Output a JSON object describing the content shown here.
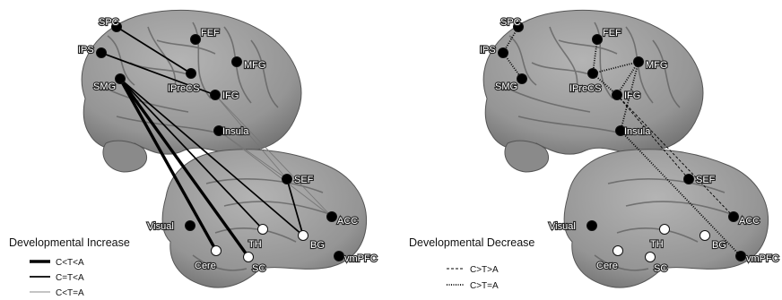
{
  "panels": [
    {
      "id": "increase",
      "title": "Developmental Increase",
      "legend": [
        {
          "label": "C<T<A",
          "style": "thick"
        },
        {
          "label": "C=T<A",
          "style": "medium"
        },
        {
          "label": "C<T=A",
          "style": "thin"
        }
      ],
      "nodes": [
        "SPC",
        "FEF",
        "IPS",
        "MFG",
        "SMG",
        "IPreCS",
        "IFG",
        "Insula",
        "SEF",
        "ACC",
        "Visual",
        "TH",
        "BG",
        "Cere",
        "SC",
        "vmPFC"
      ],
      "connections": [
        {
          "from": "SPC",
          "to": "IPreCS",
          "style": "medium"
        },
        {
          "from": "IPS",
          "to": "IFG",
          "style": "medium"
        },
        {
          "from": "SMG",
          "to": "Cere",
          "style": "thick"
        },
        {
          "from": "SMG",
          "to": "SC",
          "style": "thick"
        },
        {
          "from": "SMG",
          "to": "TH",
          "style": "medium"
        },
        {
          "from": "SMG",
          "to": "BG",
          "style": "medium"
        },
        {
          "from": "IFG",
          "to": "SEF",
          "style": "thin"
        },
        {
          "from": "IFG",
          "to": "ACC",
          "style": "thin"
        },
        {
          "from": "Insula",
          "to": "SEF",
          "style": "thin"
        },
        {
          "from": "Insula",
          "to": "ACC",
          "style": "thin"
        },
        {
          "from": "SEF",
          "to": "BG",
          "style": "medium"
        }
      ]
    },
    {
      "id": "decrease",
      "title": "Developmental Decrease",
      "legend": [
        {
          "label": "C>T>A",
          "style": "dashed"
        },
        {
          "label": "C>T=A",
          "style": "dotted"
        }
      ],
      "nodes": [
        "SPC",
        "FEF",
        "IPS",
        "MFG",
        "SMG",
        "IPreCS",
        "IFG",
        "Insula",
        "SEF",
        "ACC",
        "Visual",
        "TH",
        "BG",
        "Cere",
        "SC",
        "vmPFC"
      ],
      "connections": [
        {
          "from": "SPC",
          "to": "IPS",
          "style": "dotted"
        },
        {
          "from": "IPS",
          "to": "SMG",
          "style": "dotted"
        },
        {
          "from": "FEF",
          "to": "IPreCS",
          "style": "dotted"
        },
        {
          "from": "IPreCS",
          "to": "MFG",
          "style": "dotted"
        },
        {
          "from": "IPreCS",
          "to": "IFG",
          "style": "dotted"
        },
        {
          "from": "MFG",
          "to": "IFG",
          "style": "dotted"
        },
        {
          "from": "MFG",
          "to": "Insula",
          "style": "dotted"
        },
        {
          "from": "IFG",
          "to": "SEF",
          "style": "dashed"
        },
        {
          "from": "IFG",
          "to": "ACC",
          "style": "dashed"
        },
        {
          "from": "Insula",
          "to": "vmPFC",
          "style": "dotted"
        }
      ]
    }
  ],
  "node_kinds": {
    "SPC": "cortical",
    "FEF": "cortical",
    "IPS": "cortical",
    "MFG": "cortical",
    "SMG": "cortical",
    "IPreCS": "cortical",
    "IFG": "cortical",
    "Insula": "cortical",
    "SEF": "cortical",
    "ACC": "cortical",
    "Visual": "cortical",
    "vmPFC": "cortical",
    "TH": "subcortical",
    "BG": "subcortical",
    "Cere": "subcortical",
    "SC": "subcortical"
  },
  "colors": {
    "cortical_node": "#000000",
    "subcortical_node": "#ffffff",
    "brain_fill": "#9a9a9a",
    "brain_fold": "#5e5e5e",
    "line_dark": "#000000",
    "line_thin": "#777777"
  }
}
